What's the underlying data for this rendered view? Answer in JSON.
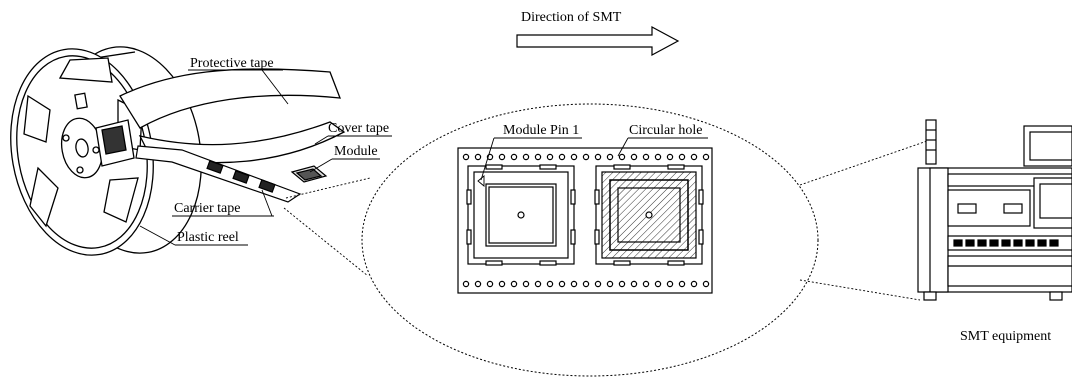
{
  "labels": {
    "direction": "Direction of SMT",
    "protective_tape": "Protective tape",
    "cover_tape": "Cover tape",
    "module": "Module",
    "carrier_tape": "Carrier tape",
    "plastic_reel": "Plastic reel",
    "module_pin1": "Module Pin 1",
    "circular_hole": "Circular hole",
    "smt_equipment": "SMT equipment"
  },
  "icons": {
    "reel": "plastic-reel-icon",
    "machine": "smt-machine-icon",
    "arrow": "direction-arrow-icon"
  },
  "colors": {
    "stroke": "#000000",
    "background": "#ffffff"
  }
}
